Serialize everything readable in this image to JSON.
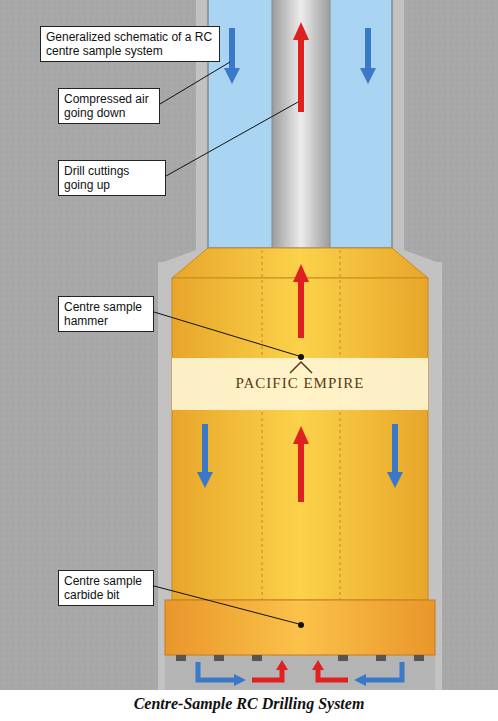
{
  "diagram": {
    "title": "Generalized schematic of a RC centre sample system",
    "caption": "Centre-Sample RC Drilling System",
    "nodes": [
      {
        "text": [
          "Compressed air going down"
        ]
      },
      {
        "text": [
          "Drill cuttings going up"
        ]
      },
      {
        "text": [
          "Centre sample hammer"
        ]
      },
      {
        "text": [
          "Centre sample carbide bit"
        ]
      }
    ],
    "labels": [
      "PACIFIC EMPIRE"
    ]
  }
}
